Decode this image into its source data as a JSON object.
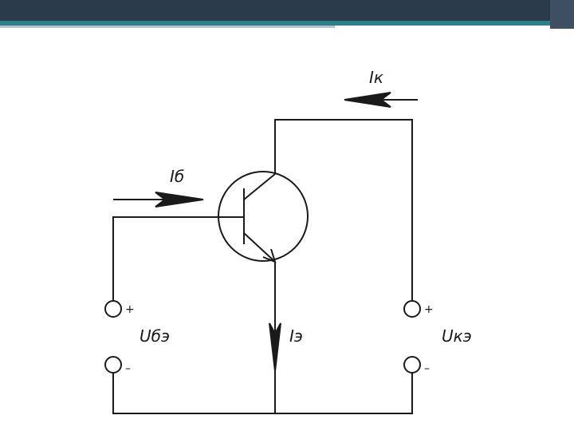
{
  "slide": {
    "header_colors": {
      "dark": "#2b3a4a",
      "accent": "#2e7f8a",
      "stripe": "#b8c4cc"
    }
  },
  "diagram": {
    "labels": {
      "collector_current": "Iк",
      "base_current": "Iб",
      "emitter_current": "Iэ",
      "base_emitter_voltage": "Uбэ",
      "collector_emitter_voltage": "Uкэ"
    },
    "polarity": {
      "plus": "+",
      "minus": "–"
    }
  }
}
